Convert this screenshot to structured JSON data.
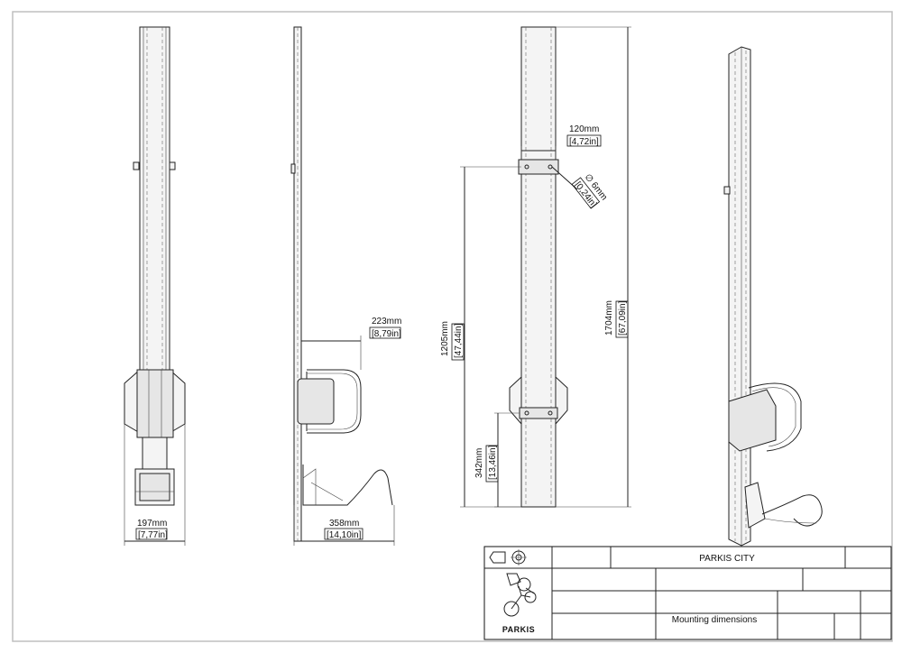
{
  "views": {
    "front": {
      "width_mm": "197mm",
      "width_in": "[7,77in]"
    },
    "side": {
      "arm_mm": "223mm",
      "arm_in": "[8,79in]",
      "depth_mm": "358mm",
      "depth_in": "[14,10in]"
    },
    "rear": {
      "plate_mm": "120mm",
      "plate_in": "[4,72in]",
      "hole_mm": "∅ 6mm",
      "hole_in": "[0,24in]",
      "upper_mm": "1205mm",
      "upper_in": "[47,44in]",
      "total_mm": "1704mm",
      "total_in": "[67,09in]",
      "lower_mm": "342mm",
      "lower_in": "[13,46in]"
    }
  },
  "title_block": {
    "product": "PARKIS CITY",
    "drawing_title": "Mounting dimensions",
    "brand": "PARKIS",
    "projection_icon": "third-angle-projection-icon",
    "logo_icon": "parkis-bike-logo-icon"
  }
}
